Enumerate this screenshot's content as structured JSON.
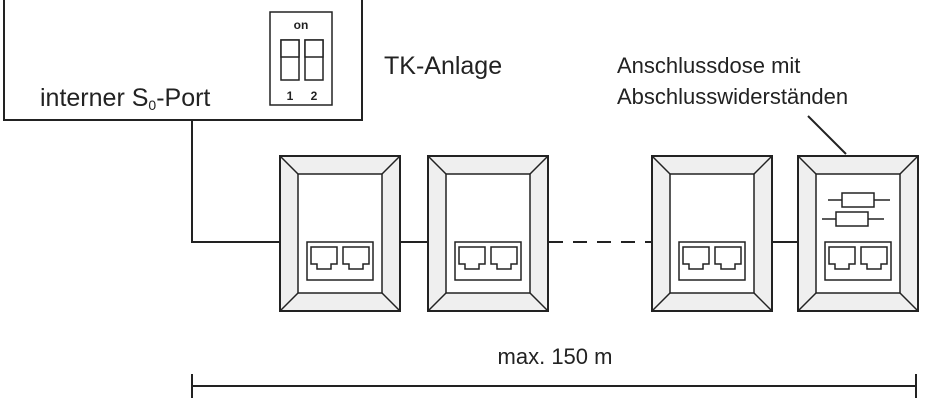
{
  "tk_anlage": {
    "title": "TK-Anlage",
    "port_label_pre": "interner S",
    "port_label_sub": "0",
    "port_label_post": "-Port",
    "dip_switch": {
      "on_label": "on",
      "switch_labels": [
        "1",
        "2"
      ]
    }
  },
  "termination_callout": {
    "line1": "Anschlussdose mit",
    "line2": "Abschlusswiderständen"
  },
  "distance": {
    "label": "max. 150 m"
  },
  "outlets": [
    {
      "type": "anschlussdose",
      "ports": 2
    },
    {
      "type": "anschlussdose",
      "ports": 2
    },
    {
      "type": "anschlussdose",
      "ports": 2
    },
    {
      "type": "anschlussdose-abschluss",
      "ports": 2,
      "resistors": 2
    }
  ],
  "colors": {
    "line": "#222222",
    "face": "#ffffff",
    "frame_shade": "#efefef"
  }
}
